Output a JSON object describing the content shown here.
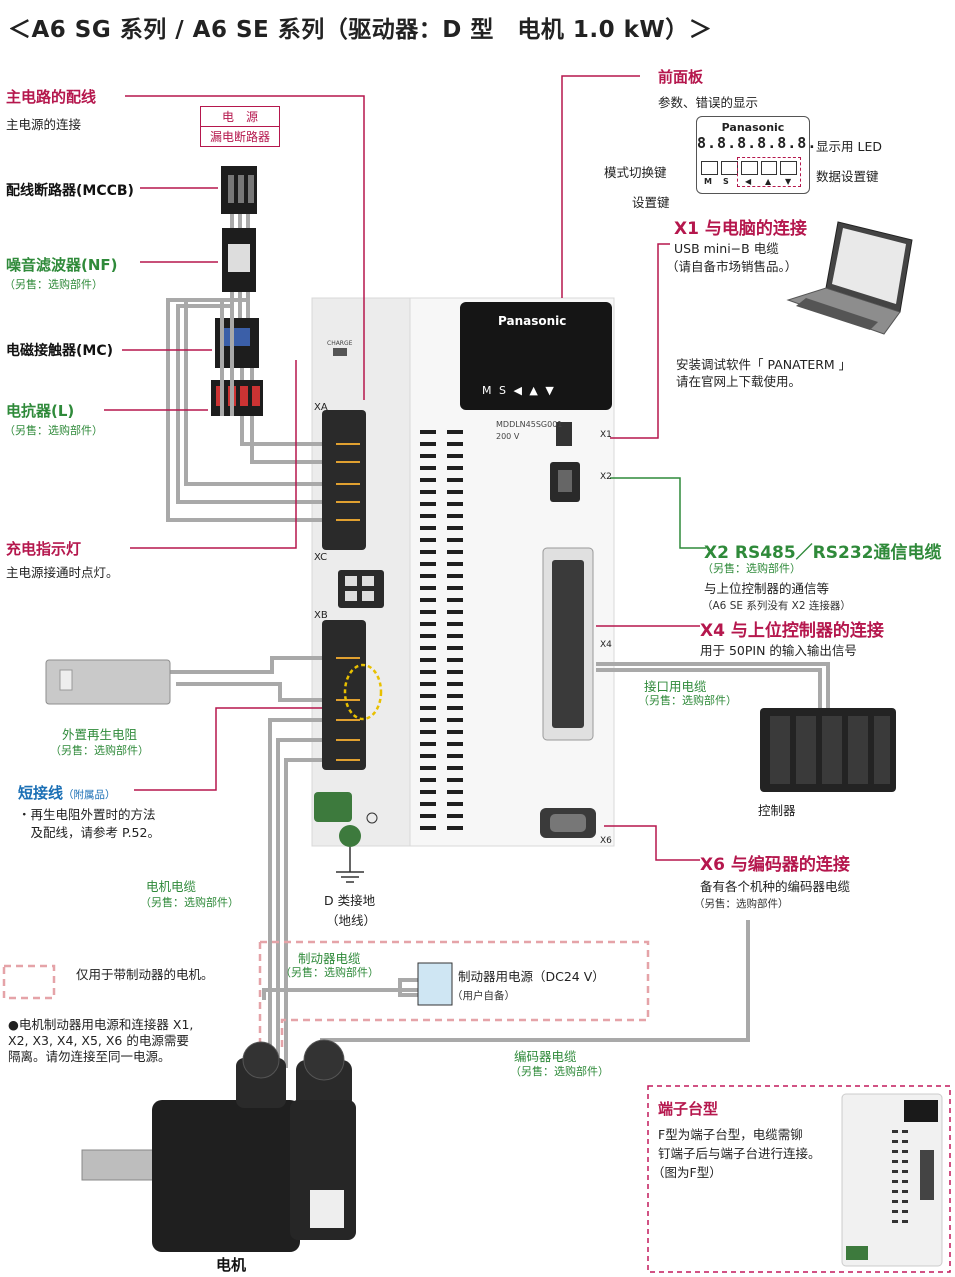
{
  "title": "＜A6 SG 系列 / A6 SE 系列（驱动器：D 型　电机 1.0 kW）＞",
  "power": {
    "heading": "主电路的配线",
    "desc": "主电源的连接",
    "box_top": "电　源",
    "box_bottom": "漏电断路器"
  },
  "mccb": "配线断路器(MCCB)",
  "nf": {
    "title": "噪音滤波器(NF)",
    "note": "（另售：选购部件）"
  },
  "mc": "电磁接触器(MC)",
  "reactor": {
    "title": "电抗器(L)",
    "note": "（另售：选购部件）"
  },
  "charge": {
    "title": "充电指示灯",
    "desc": "主电源接通时点灯。"
  },
  "front_panel": {
    "title": "前面板",
    "desc": "参数、错误的显示",
    "brand": "Panasonic",
    "display": "8.8.8.8.8.8.",
    "led_label": "显示用 LED",
    "mode_key": "模式切换键",
    "data_key": "数据设置键",
    "set_key": "设置键",
    "key_m": "M",
    "key_s": "S",
    "key_left": "◀",
    "key_up": "▲",
    "key_down": "▼"
  },
  "x1": {
    "title": "X1 与电脑的连接",
    "cable": "USB mini−B 电缆",
    "note": "（请自备市场销售品。）",
    "sw1": "安装调试软件「 PANATERM 」",
    "sw2": "请在官网上下载使用。"
  },
  "drive": {
    "brand": "Panasonic",
    "keys": "M  S  ◀  ▲  ▼",
    "model": "MDDLN45SG001",
    "voltage": "200 V",
    "charge": "CHARGE",
    "xa": "XA",
    "xb": "XB",
    "xc": "XC",
    "x1": "X1",
    "x2": "X2",
    "x4": "X4",
    "x6": "X6"
  },
  "x2": {
    "title": "X2 RS485／RS232通信电缆",
    "note": "（另售：选购部件）",
    "desc": "与上位控制器的通信等",
    "note2": "（A6 SE 系列没有 X2 连接器）"
  },
  "x4": {
    "title": "X4 与上位控制器的连接",
    "desc": "用于 50PIN 的输入输出信号"
  },
  "interface_cable": {
    "title": "接口用电缆",
    "note": "（另售：选购部件）"
  },
  "controller": "控制器",
  "regen": {
    "title": "外置再生电阻",
    "note": "（另售：选购部件）"
  },
  "jumper": {
    "title": "短接线",
    "tag": "（附属品）",
    "line1": "・再生电阻外置时的方法",
    "line2": "　及配线，请参考 P.52。"
  },
  "x6": {
    "title": "X6 与编码器的连接",
    "desc": "备有各个机种的编码器电缆",
    "note": "（另售：选购部件）"
  },
  "ground": {
    "line1": "D 类接地",
    "line2": "（地线）"
  },
  "motor_cable": {
    "title": "电机电缆",
    "note": "（另售：选购部件）"
  },
  "legend": {
    "text": "仅用于带制动器的电机。"
  },
  "brake_cable": {
    "title": "制动器电缆",
    "note": "（另售：选购部件）"
  },
  "brake_power": {
    "title": "制动器用电源（DC24 V）",
    "note": "（用户自备）"
  },
  "isolation": {
    "line1": "●电机制动器用电源和连接器  X1,",
    "line2": "  X2, X3, X4, X5, X6 的电源需要",
    "line3": "  隔离。请勿连接至同一电源。"
  },
  "encoder_cable": {
    "title": "编码器电缆",
    "note": "（另售：选购部件）"
  },
  "motor": "电机",
  "terminal": {
    "title": "端子台型",
    "line1": "F型为端子台型，电缆需铆",
    "line2": "钉端子后与端子台进行连接。",
    "line3": "（图为F型）"
  },
  "colors": {
    "accent_red": "#b5174d",
    "accent_green": "#2f8a3a",
    "accent_blue": "#1a6fb5",
    "wire_gray": "#9a9a9a",
    "brake_dash": "#e5a3a8"
  }
}
